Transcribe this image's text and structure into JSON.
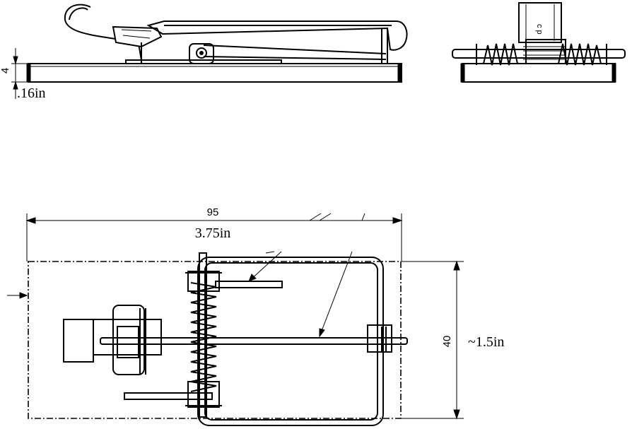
{
  "side_view": {
    "height_mm": "4",
    "height_in": ".16in"
  },
  "top_view": {
    "length_mm": "95",
    "length_in": "3.75in",
    "width_mm": "40",
    "width_in": "~1.5in"
  }
}
